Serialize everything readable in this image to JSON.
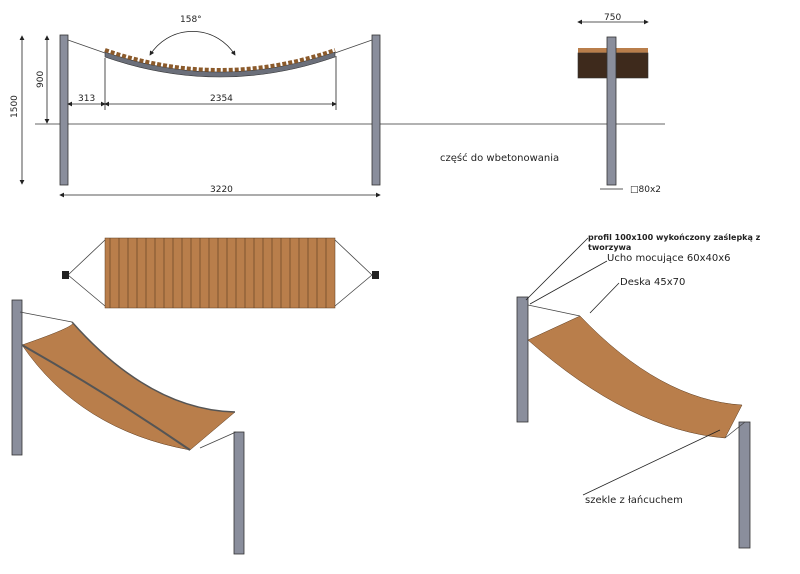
{
  "front_view": {
    "angle": "158°",
    "height_total": "1500",
    "height_above_ground": "900",
    "offset": "313",
    "seat_length": "2354",
    "total_length": "3220",
    "concrete_note": "część do wbetonowania"
  },
  "side_view": {
    "width": "750",
    "profile": "□80x2"
  },
  "callouts": {
    "profile_line1": "profil 100x100 wykończony zaślepką z",
    "profile_line2": "tworzywa",
    "bracket": "Ucho mocujące 60x40x6",
    "board": "Deska 45x70",
    "shackle": "szekle z łańcuchem"
  },
  "colors": {
    "wood": "#b97e4b",
    "steel": "#8a8e9c"
  }
}
